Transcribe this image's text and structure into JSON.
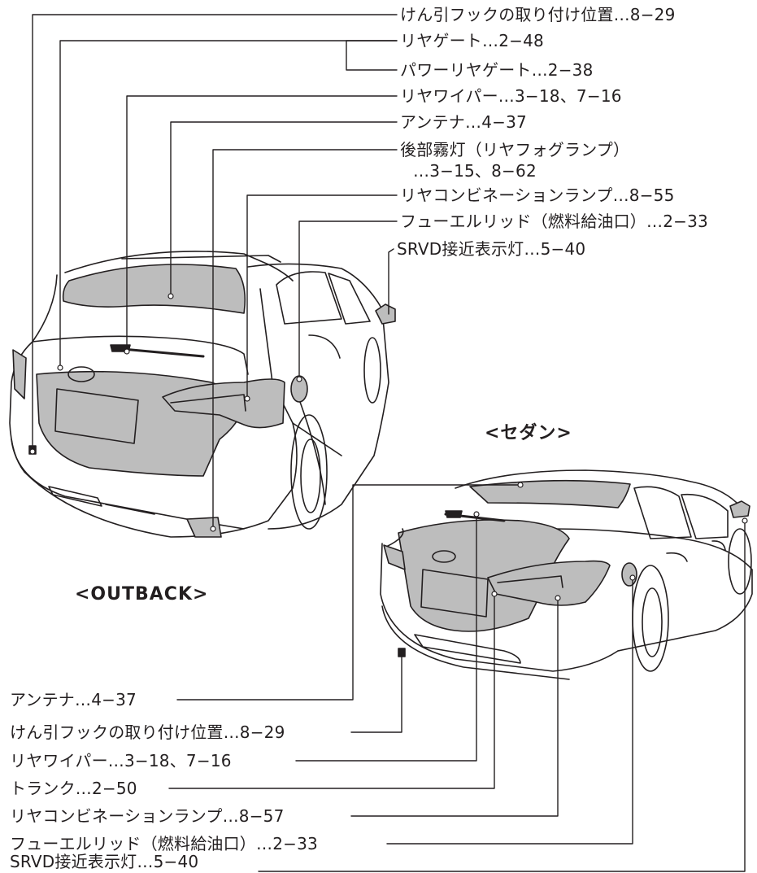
{
  "outback": {
    "caption": "<OUTBACK>",
    "labels": {
      "tow_hook": "けん引フックの取り付け位置…8−29",
      "rear_gate": "リヤゲート…2−48",
      "power_rear_gate": "パワーリヤゲート…2−38",
      "rear_wiper": "リヤワイパー…3−18、7−16",
      "antenna": "アンテナ…4−37",
      "rear_fog_line1": "後部霧灯（リヤフォグランプ）",
      "rear_fog_line2": "…3−15、8−62",
      "rear_combination_lamp": "リヤコンビネーションランプ…8−55",
      "fuel_lid": "フューエルリッド（燃料給油口）…2−33",
      "srvd": "SRVD接近表示灯…5−40"
    }
  },
  "sedan": {
    "caption": "<セダン>",
    "labels": {
      "antenna": "アンテナ…4−37",
      "tow_hook": "けん引フックの取り付け位置…8−29",
      "rear_wiper": "リヤワイパー…3−18、7−16",
      "trunk": "トランク…2−50",
      "rear_combination_lamp": "リヤコンビネーションランプ…8−57",
      "fuel_lid": "フューエルリッド（燃料給油口）…2−33",
      "srvd": "SRVD接近表示灯…5−40"
    }
  },
  "colors": {
    "line": "#231f20",
    "highlight": "#bdbdbd"
  }
}
